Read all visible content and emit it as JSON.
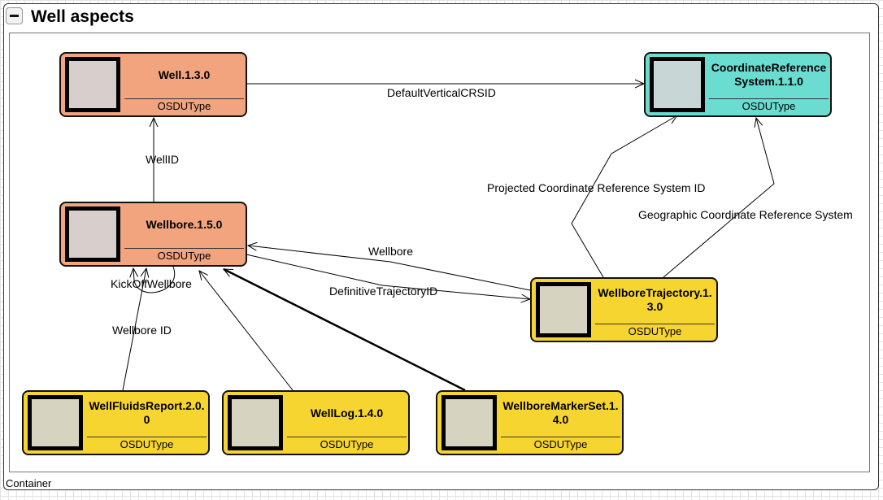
{
  "group": {
    "title": "Well aspects",
    "collapse_icon": "minus-icon",
    "container_label": "Container"
  },
  "nodes": {
    "well": {
      "name": "Well.1.3.0",
      "type": "OSDUType",
      "color": "#f2a47e"
    },
    "crs": {
      "name": "CoordinateReferenceSystem.1.1.0",
      "type": "OSDUType",
      "color": "#6adcd0"
    },
    "wellbore": {
      "name": "Wellbore.1.5.0",
      "type": "OSDUType",
      "color": "#f2a47e"
    },
    "trajectory": {
      "name": "WellboreTrajectory.1.3.0",
      "type": "OSDUType",
      "color": "#f7d530"
    },
    "fluids": {
      "name": "WellFluidsReport.2.0.0",
      "type": "OSDUType",
      "color": "#f7d530"
    },
    "welllog": {
      "name": "WellLog.1.4.0",
      "type": "OSDUType",
      "color": "#f7d530"
    },
    "marker": {
      "name": "WellboreMarkerSet.1.4.0",
      "type": "OSDUType",
      "color": "#f7d530"
    }
  },
  "edges": {
    "default_vertical_crs": "DefaultVerticalCRSID",
    "well_id": "WellID",
    "projected_crs": "Projected Coordinate Reference System ID",
    "geographic_crs": "Geographic Coordinate Reference System",
    "wellbore": "Wellbore",
    "definitive_trajectory": "DefinitiveTrajectoryID",
    "kickoff_wellbore": "KickOffWellbore",
    "wellbore_id": "Wellbore ID"
  }
}
